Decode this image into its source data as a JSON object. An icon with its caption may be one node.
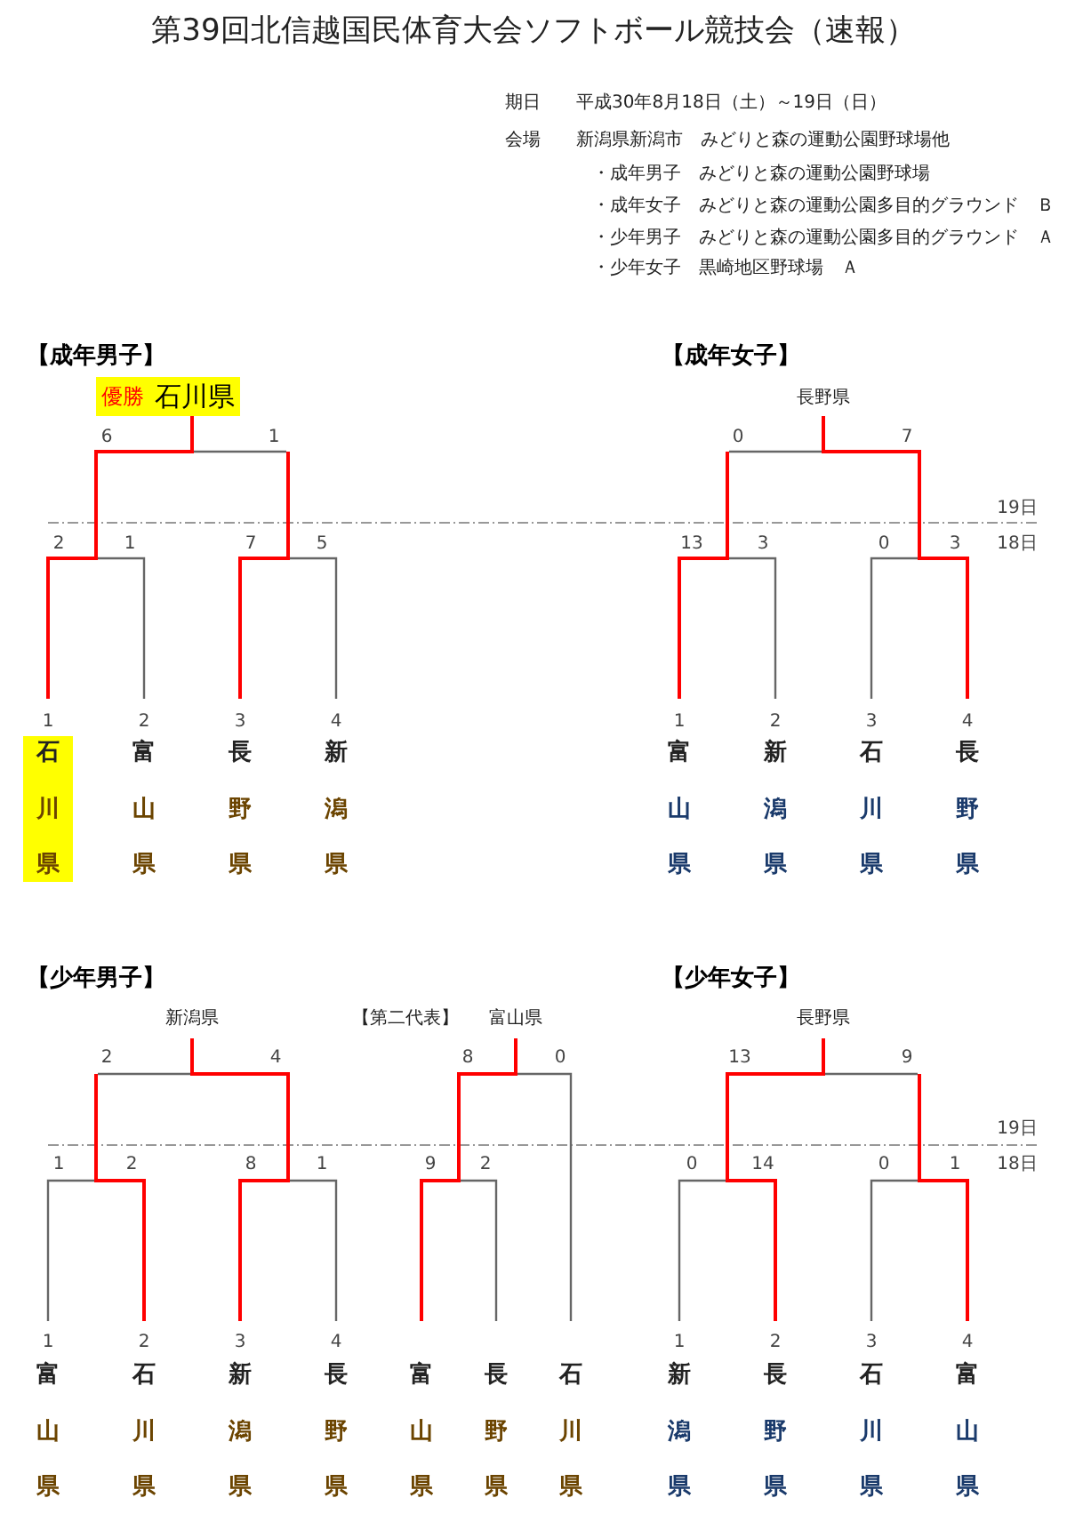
{
  "diagram": {
    "title": "第39回北信越国民体育大会ソフトボール競技会（速報）",
    "nodes": [
      {
        "text": [
          "優勝",
          "石川県"
        ]
      },
      {
        "text": [
          "石川県"
        ]
      }
    ],
    "labels": [
      "期日",
      "平成30年8月18日（土）～19日（日）",
      "会場",
      "新潟県新潟市　みどりと森の運動公園野球場他",
      "・成年男子　みどりと森の運動公園野球場",
      "・成年女子　みどりと森の運動公園多目的グラウンド　Ｂ",
      "・少年男子　みどりと森の運動公園多目的グラウンド　Ａ",
      "・少年女子　黒崎地区野球場　Ａ",
      "【成年男子】",
      "6",
      "1",
      "2",
      "1",
      "7",
      "5",
      "1",
      "2",
      "3",
      "4",
      "富山県",
      "長野県",
      "新潟県",
      "【成年女子】",
      "長野県",
      "0",
      "7",
      "19日",
      "13",
      "3",
      "0",
      "3",
      "18日",
      "1",
      "2",
      "3",
      "4",
      "富山県",
      "新潟県",
      "石川県",
      "長野県",
      "【少年男子】",
      "新潟県",
      "【第二代表】",
      "富山県",
      "2",
      "4",
      "8",
      "0",
      "1",
      "2",
      "8",
      "1",
      "9",
      "2",
      "1",
      "2",
      "3",
      "4",
      "富山県",
      "石川県",
      "新潟県",
      "長野県",
      "富山県",
      "長野県",
      "石川県",
      "【少年女子】",
      "長野県",
      "13",
      "9",
      "19日",
      "0",
      "14",
      "0",
      "1",
      "18日",
      "1",
      "2",
      "3",
      "4",
      "新潟県",
      "長野県",
      "石川県",
      "富山県"
    ]
  }
}
